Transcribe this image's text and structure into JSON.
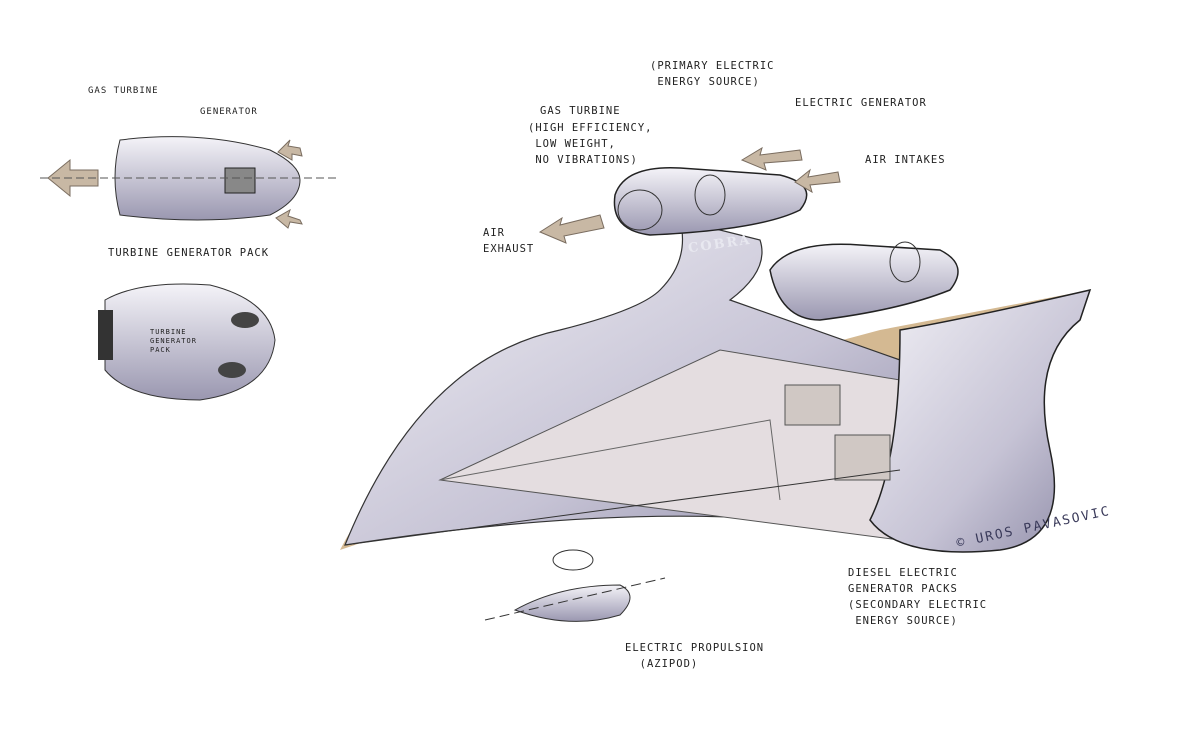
{
  "labels": {
    "primary_source": "(PRIMARY ELECTRIC\n ENERGY SOURCE)",
    "gas_turbine_main": "GAS TURBINE",
    "gas_turbine_notes": "(HIGH EFFICIENCY,\n LOW WEIGHT,\n NO VIBRATIONS)",
    "electric_generator": "ELECTRIC GENERATOR",
    "air_intakes": "AIR INTAKES",
    "air_exhaust": "AIR\nEXHAUST",
    "cobra": "COBRA",
    "pack_gas_turbine": "GAS TURBINE",
    "pack_generator": "GENERATOR",
    "turbine_generator_pack": "TURBINE GENERATOR PACK",
    "pack_body_text": "TURBINE\nGENERATOR\nPACK",
    "diesel_packs": "DIESEL ELECTRIC\nGENERATOR PACKS\n(SECONDARY ELECTRIC\n ENERGY SOURCE)",
    "electric_propulsion": "ELECTRIC PROPULSION\n  (AZIPOD)",
    "signature": "© UROS PAVASOVIC"
  },
  "colors": {
    "hull": "#c9c6d6",
    "deck": "#c9a877",
    "arrow": "#c8b8a4",
    "ink": "#222222"
  }
}
